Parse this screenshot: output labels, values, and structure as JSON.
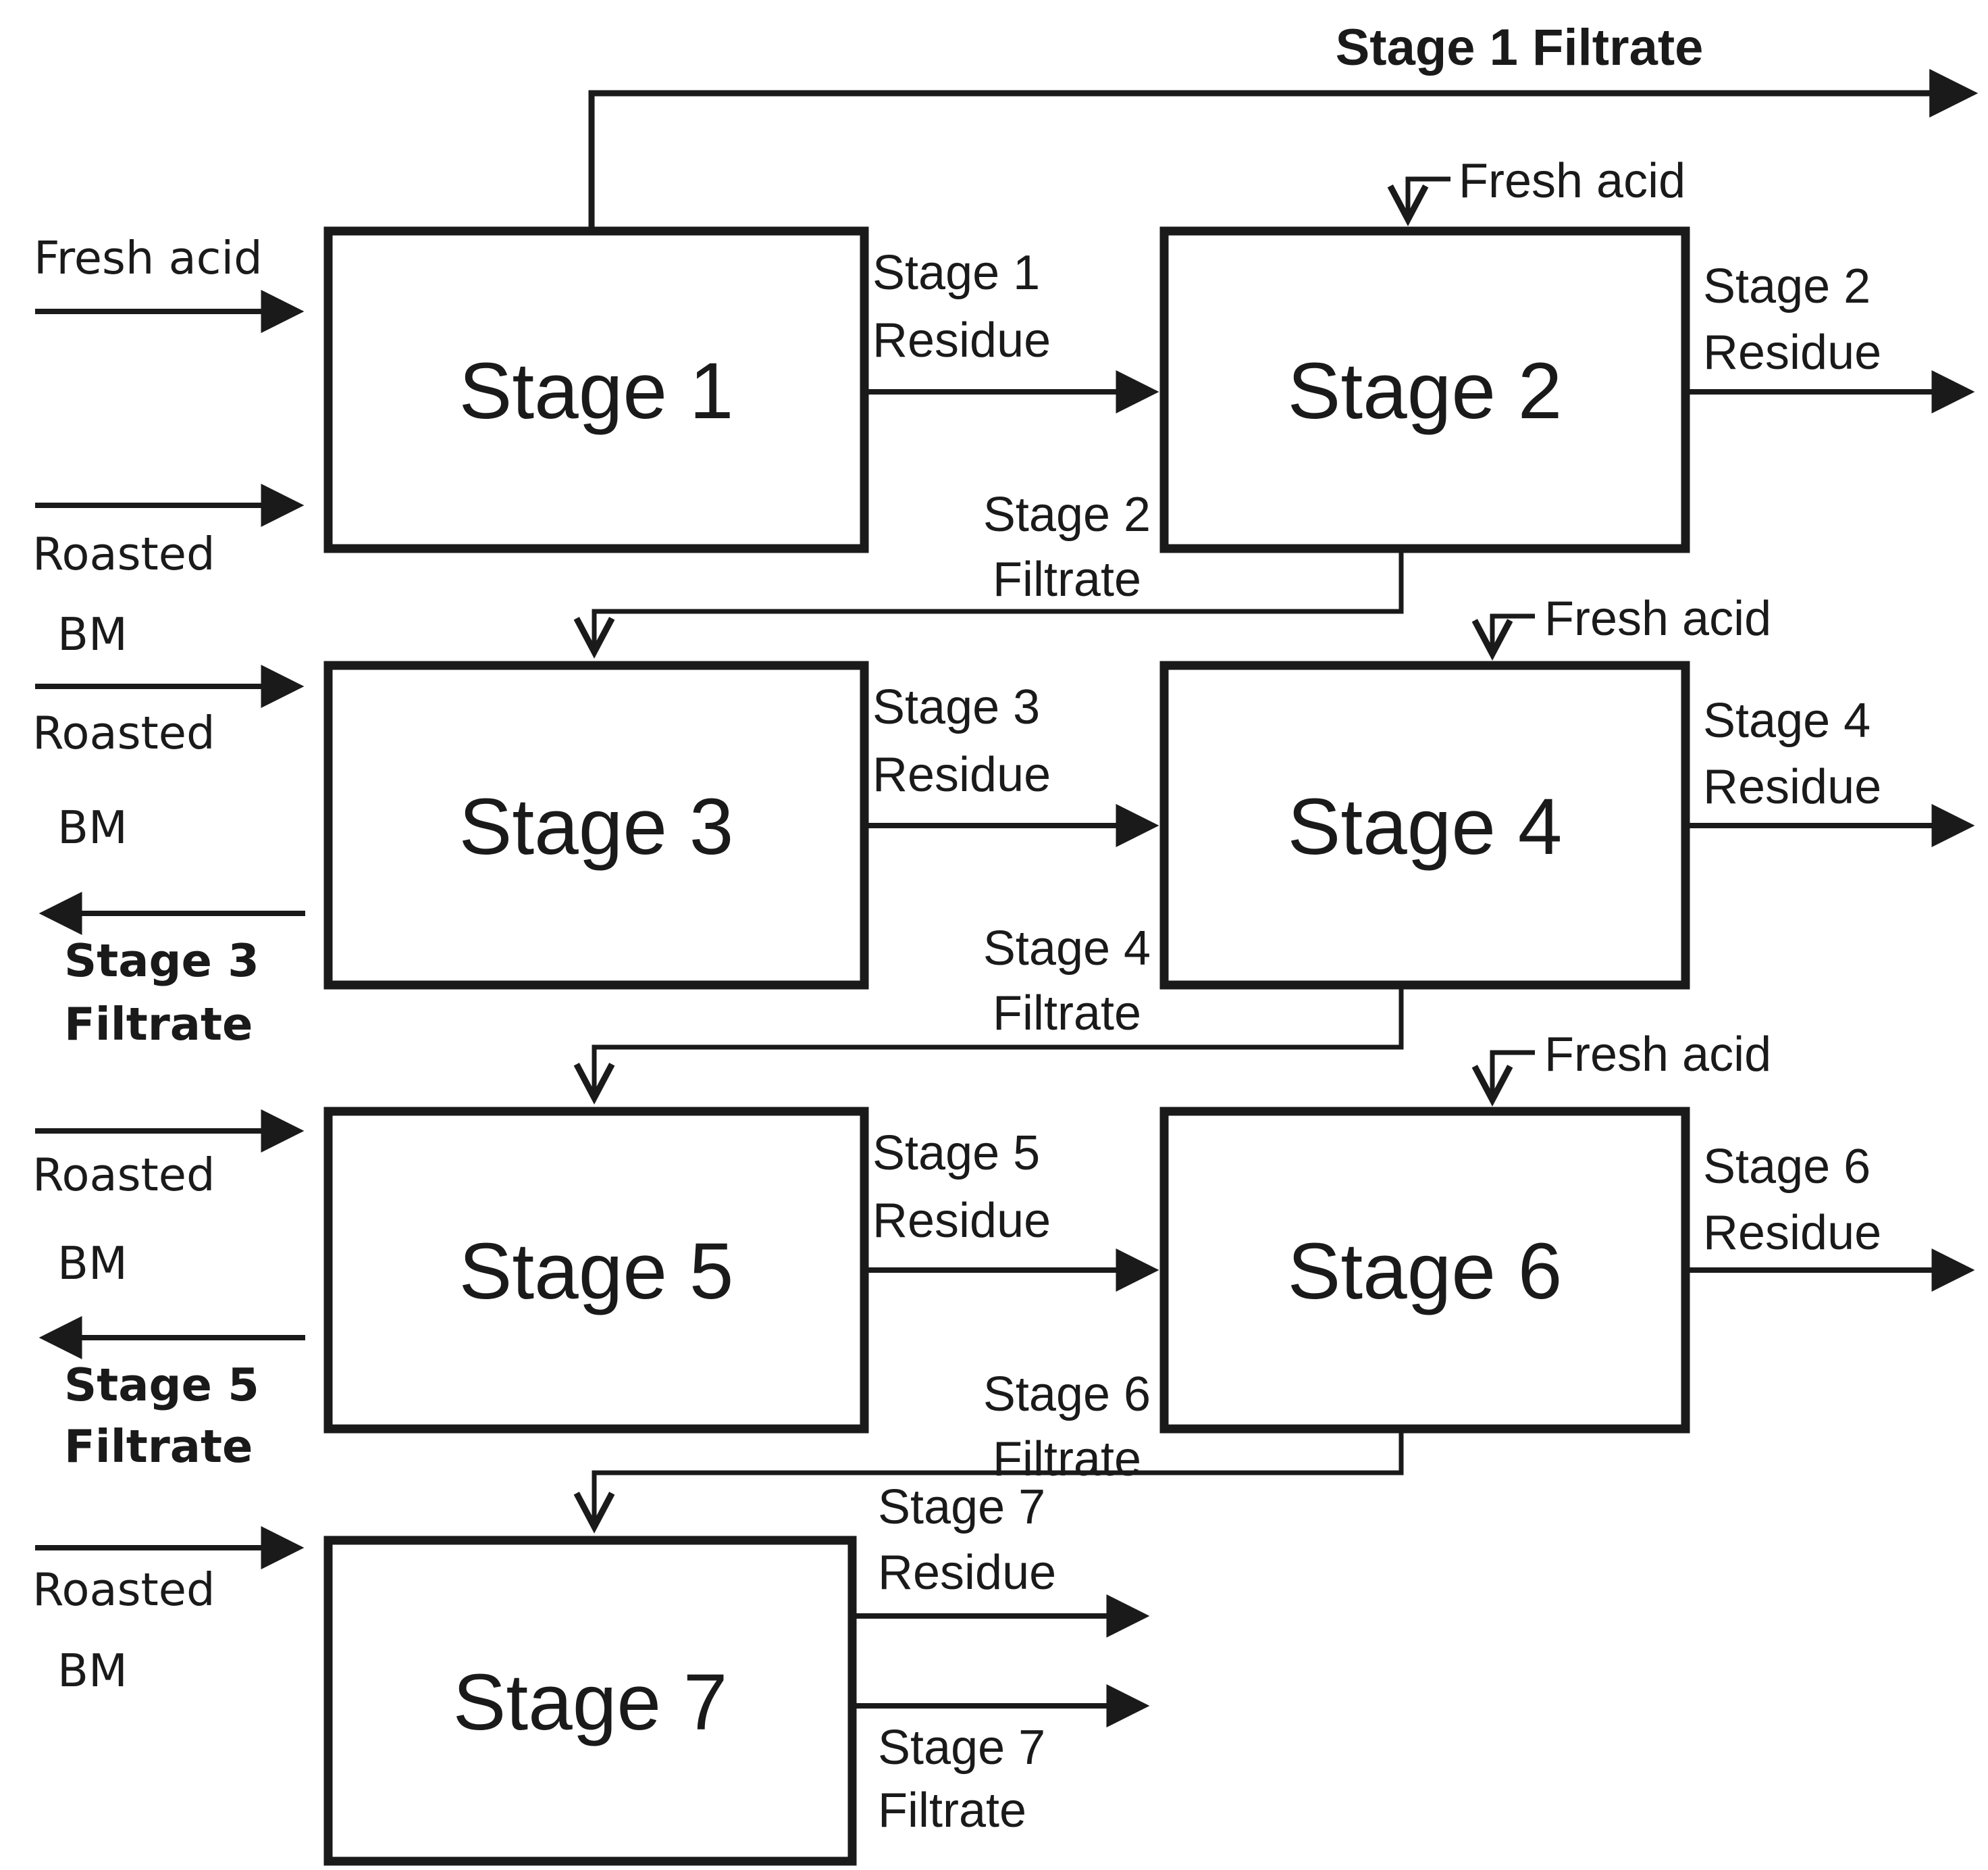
{
  "colors": {
    "ink": "#1a1a1a",
    "paper": "#ffffff"
  },
  "top_stream": {
    "label": "Stage 1 Filtrate"
  },
  "stages": [
    {
      "name": "Stage 1"
    },
    {
      "name": "Stage 2"
    },
    {
      "name": "Stage 3"
    },
    {
      "name": "Stage 4"
    },
    {
      "name": "Stage 5"
    },
    {
      "name": "Stage 6"
    },
    {
      "name": "Stage 7"
    }
  ],
  "streams": {
    "fresh_acid": "Fresh acid",
    "roasted": "Roasted",
    "bm": "BM",
    "residue": "Residue",
    "filtrate": "Filtrate"
  }
}
